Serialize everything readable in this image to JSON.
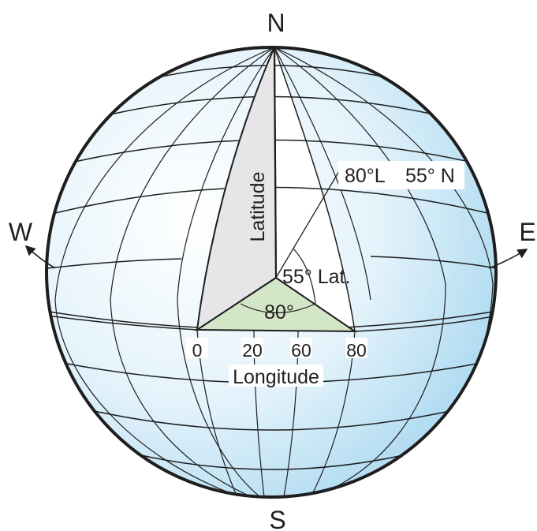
{
  "directions": {
    "north": "N",
    "south": "S",
    "west": "W",
    "east": "E"
  },
  "labels": {
    "latitude": "Latitude",
    "longitude": "Longitude",
    "lat_angle": "55° Lat.",
    "lon_angle": "80°",
    "point_lon": "80°L",
    "point_lat": "55° N"
  },
  "longitude_ticks": [
    "0",
    "20",
    "60",
    "80"
  ],
  "colors": {
    "globe_light": "#ffffff",
    "globe_blue": "#bfe3f5",
    "latitude_wedge": "#e6e6e8",
    "longitude_wedge": "#d3e6c8",
    "outline": "#1e1e1e"
  }
}
